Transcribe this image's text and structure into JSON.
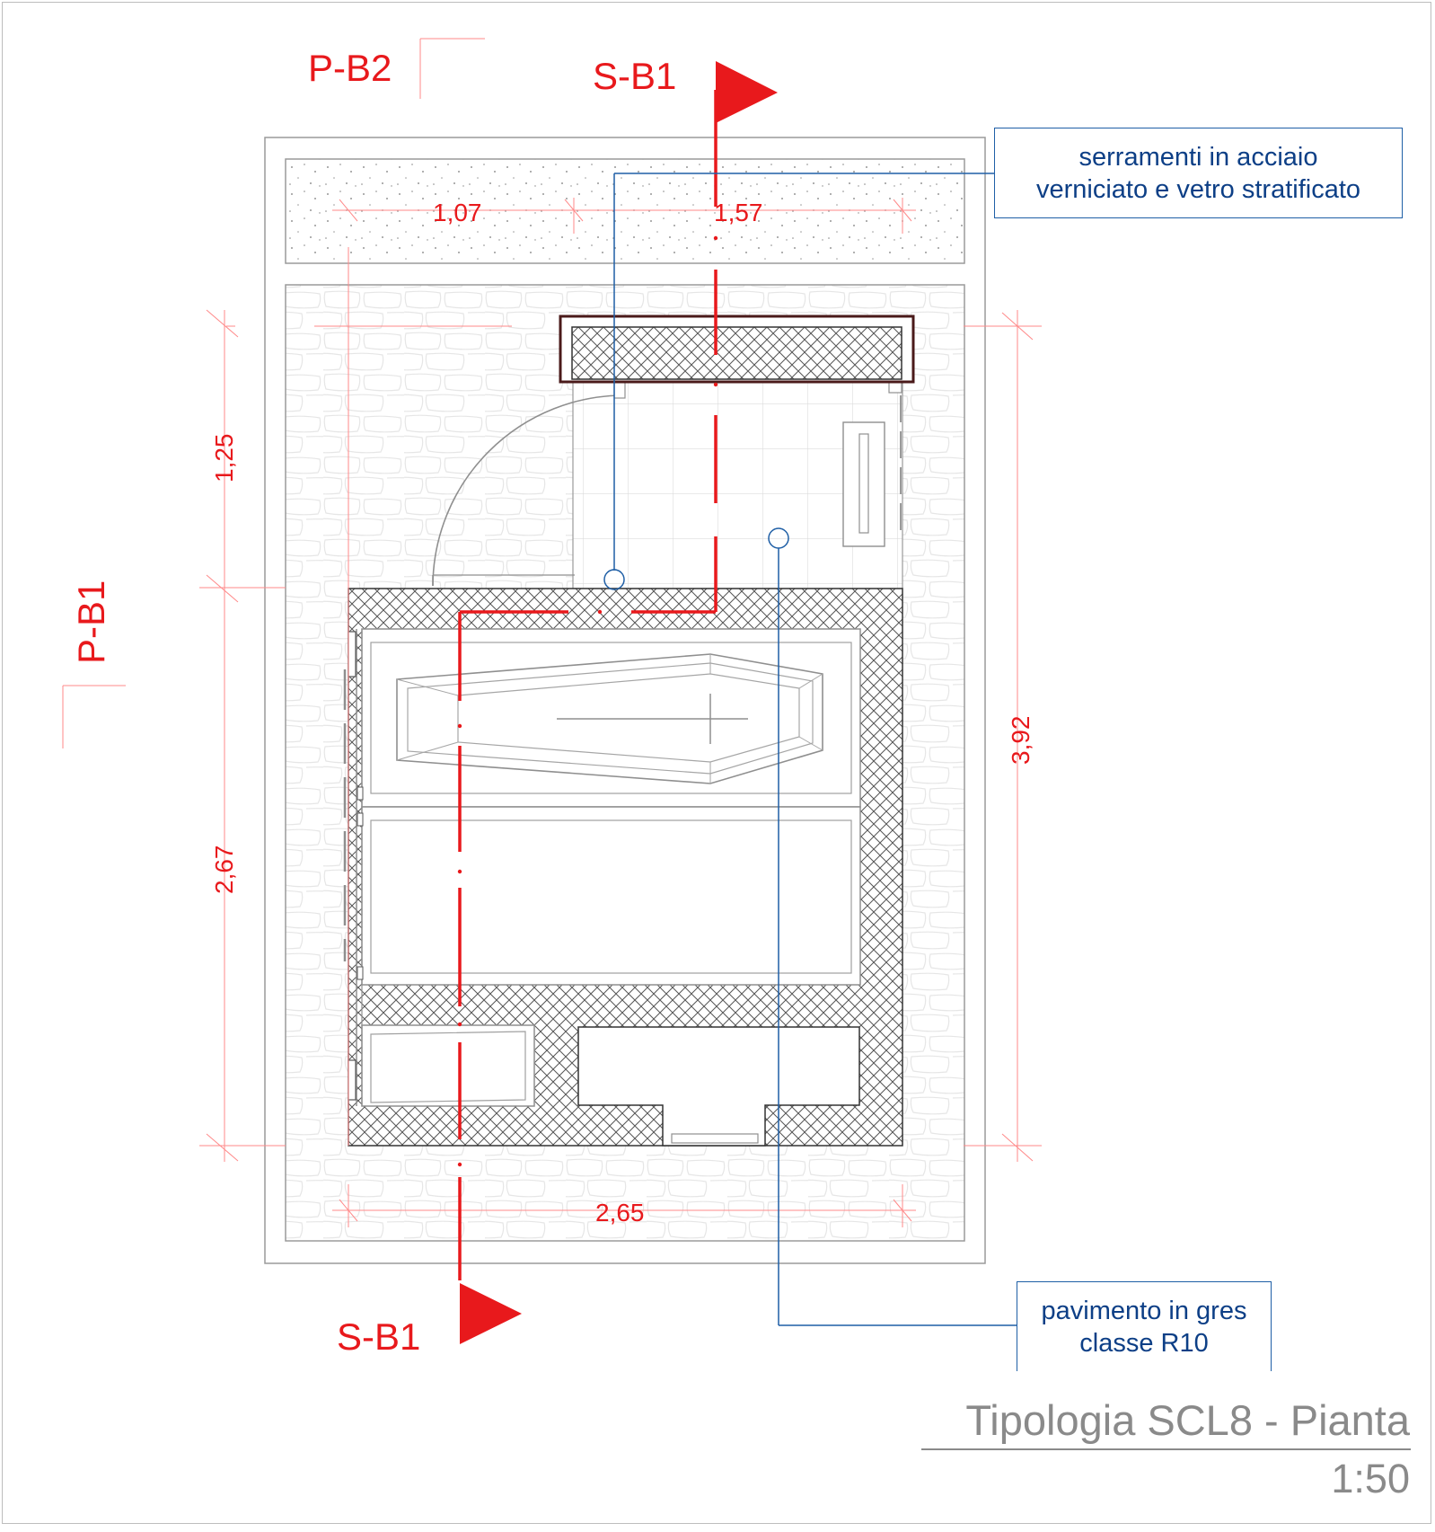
{
  "drawing": {
    "title": "Tipologia SCL8 - Pianta",
    "scale": "1:50"
  },
  "sections": {
    "top_label": "S-B1",
    "bottom_label": "S-B1"
  },
  "elevations": {
    "top_label": "P-B2",
    "left_label": "P-B1"
  },
  "dimensions": {
    "top_left": "1,07",
    "top_right": "1,57",
    "left_upper": "1,25",
    "left_lower": "2,67",
    "right_total": "3,92",
    "bottom_width": "2,65"
  },
  "notes": {
    "top": {
      "line1": "serramenti in acciaio",
      "line2": "verniciato e vetro stratificato"
    },
    "bottom": {
      "line1": "pavimento in gres",
      "line2": "classe R10"
    }
  },
  "colors": {
    "annotation_red": "#e8191c",
    "callout_blue": "#1f5fa6",
    "linework_gray": "#8f8f8f"
  }
}
